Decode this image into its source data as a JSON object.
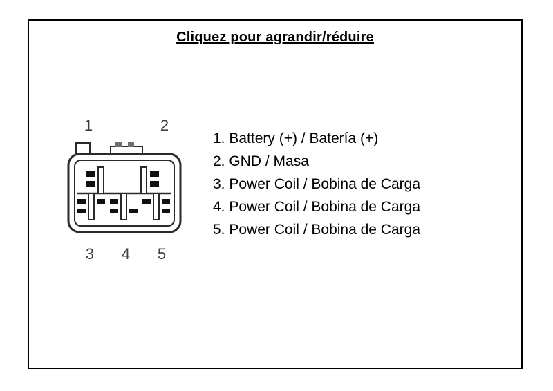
{
  "page": {
    "title": "Cliquez pour agrandir/réduire"
  },
  "connector": {
    "top_labels": [
      "1",
      "2"
    ],
    "bottom_labels": [
      "3",
      "4",
      "5"
    ]
  },
  "legend": {
    "items": [
      "1. Battery (+) / Batería (+)",
      "2. GND / Masa",
      "3. Power Coil / Bobina de Carga",
      "4. Power Coil / Bobina de Carga",
      "5. Power Coil / Bobina de Carga"
    ]
  },
  "colors": {
    "border": "#000000",
    "line": "#2a2a2a",
    "pad": "#111111",
    "pin_number": "#3f3f3f"
  }
}
